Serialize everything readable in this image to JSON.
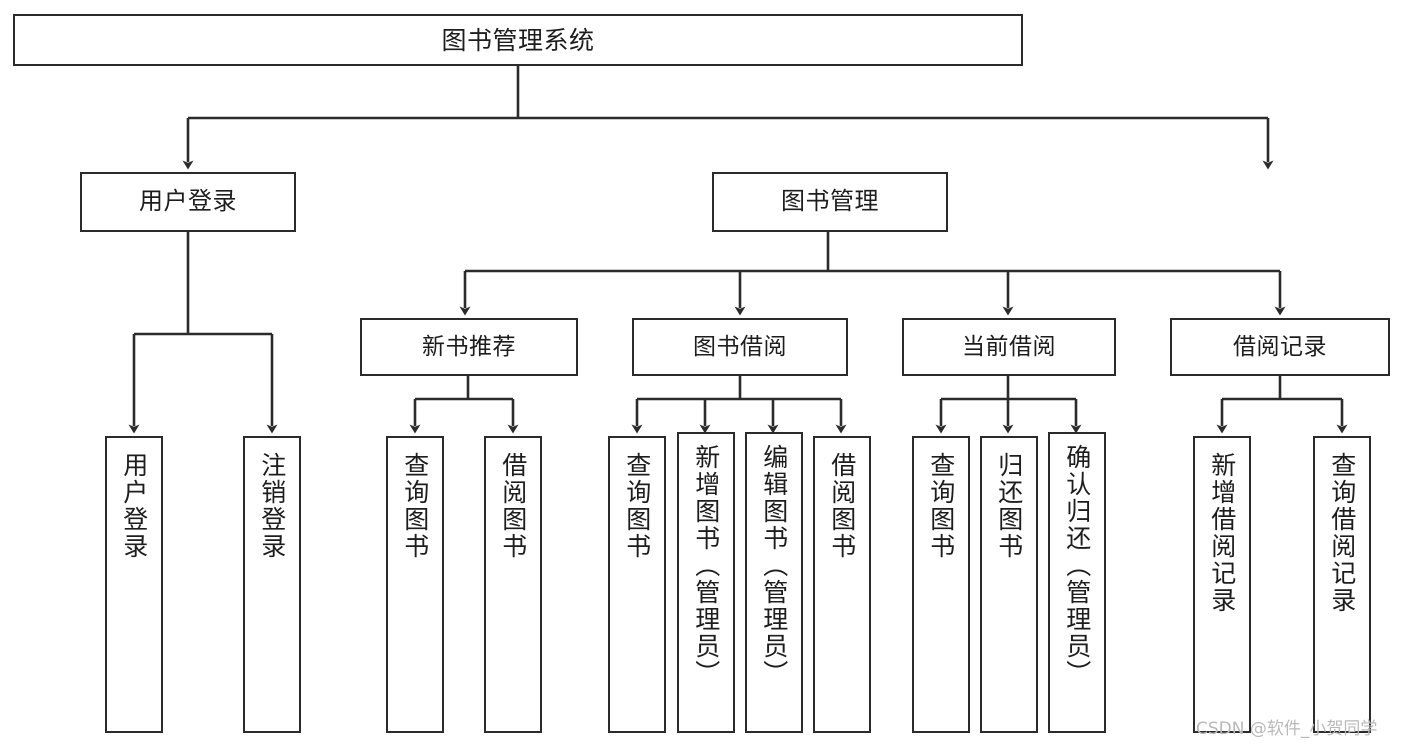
{
  "diagram": {
    "type": "hierarchy-tree",
    "title": "图书管理系统",
    "watermark": "CSDN @软件_小贺同学",
    "colors": {
      "stroke": "#2b2b2b",
      "fill": "#ffffff",
      "text": "#1d1d1d",
      "watermark": "#b9b9b9"
    },
    "nodes": {
      "root": {
        "label": "图书管理系统"
      },
      "level2": [
        {
          "label": "用户登录"
        },
        {
          "label": "图书管理"
        }
      ],
      "level3": [
        {
          "label": "新书推荐"
        },
        {
          "label": "图书借阅"
        },
        {
          "label": "当前借阅"
        },
        {
          "label": "借阅记录"
        }
      ],
      "leaves": {
        "user_login": [
          {
            "label": "用户登录"
          },
          {
            "label": "注销登录"
          }
        ],
        "new_book_recommend": [
          {
            "label": "查询图书"
          },
          {
            "label": "借阅图书"
          }
        ],
        "book_borrow": [
          {
            "label": "查询图书"
          },
          {
            "label": "新增图书（管理员）"
          },
          {
            "label": "编辑图书（管理员）"
          },
          {
            "label": "借阅图书"
          }
        ],
        "current_borrow": [
          {
            "label": "查询图书"
          },
          {
            "label": "归还图书"
          },
          {
            "label": "确认归还（管理员）"
          }
        ],
        "borrow_record": [
          {
            "label": "新增借阅记录"
          },
          {
            "label": "查询借阅记录"
          }
        ]
      }
    }
  }
}
